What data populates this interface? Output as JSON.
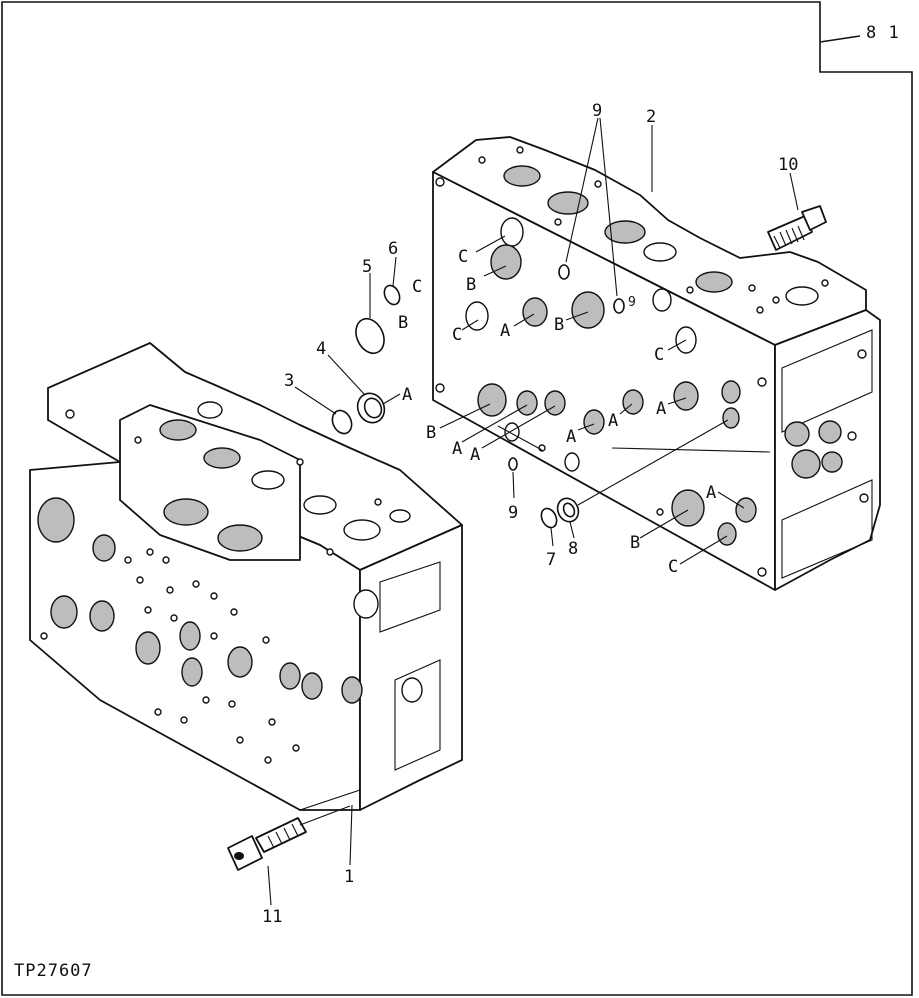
{
  "sheet": {
    "page_ref": "8 1",
    "figure_id": "TP27607"
  },
  "callouts": {
    "c1": "1",
    "c2": "2",
    "c3": "3",
    "c4": "4",
    "c5": "5",
    "c6": "6",
    "c7": "7",
    "c8": "8",
    "c9_top": "9",
    "c9_mid": "9",
    "c9_small": "9",
    "c10": "10",
    "c11": "11"
  },
  "seal_letters": {
    "A": "A",
    "B": "B",
    "C": "C"
  }
}
